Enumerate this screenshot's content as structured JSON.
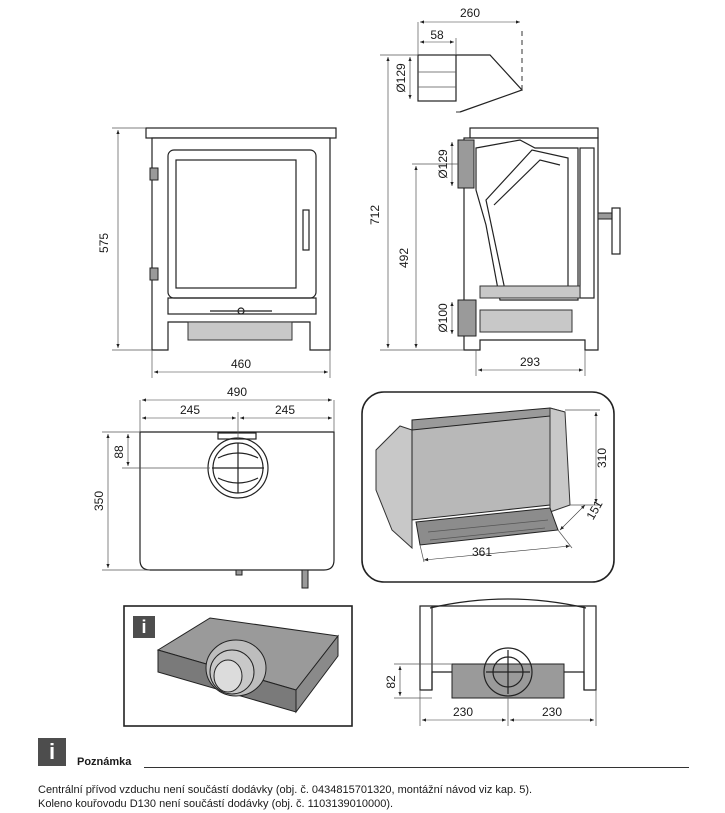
{
  "dimensions": {
    "front_height": "575",
    "front_width": "460",
    "side_top_depth": "260",
    "side_flue_offset": "58",
    "side_flue_diameter_top": "Ø129",
    "side_flue_diameter_rear": "Ø129",
    "side_total_height": "712",
    "side_rear_flue_height": "492",
    "side_air_inlet_diameter": "Ø100",
    "side_bottom_depth": "293",
    "top_width": "490",
    "top_half_left": "245",
    "top_half_right": "245",
    "top_flue_offset": "88",
    "top_depth": "350",
    "firebox_height": "310",
    "firebox_depth": "151",
    "firebox_width": "361",
    "base_height": "82",
    "base_half_left": "230",
    "base_half_right": "230"
  },
  "info_icon_glyph": "i",
  "note": {
    "icon_glyph": "i",
    "title": "Poznámka",
    "line1": "Centrální přívod vzduchu není součástí dodávky (obj. č. 0434815701320, montážní návod viz kap. 5).",
    "line2": "Koleno kouřovodu D130 není součástí dodávky (obj. č. 1103139010000)."
  }
}
